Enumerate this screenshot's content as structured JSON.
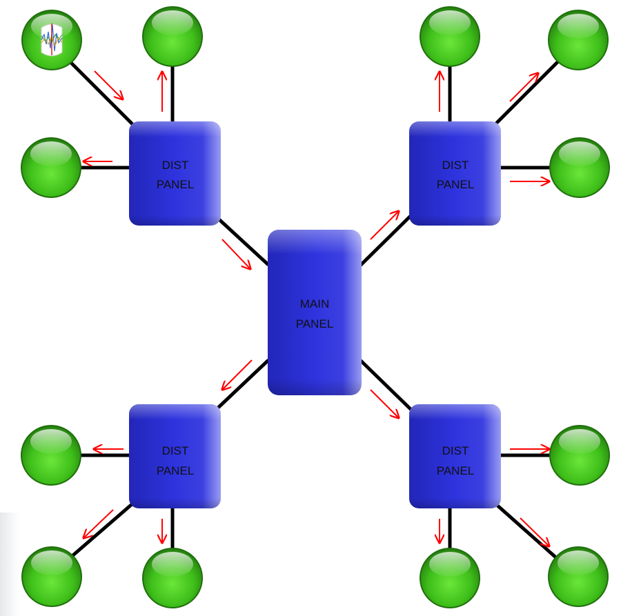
{
  "panels": {
    "main": {
      "line1": "MAIN",
      "line2": "PANEL"
    },
    "top_left": {
      "line1": "DIST",
      "line2": "PANEL"
    },
    "top_right": {
      "line1": "DIST",
      "line2": "PANEL"
    },
    "bottom_left": {
      "line1": "DIST",
      "line2": "PANEL"
    },
    "bottom_right": {
      "line1": "DIST",
      "line2": "PANEL"
    }
  },
  "colors": {
    "panel": "#2b2fd6",
    "panel_dark": "#1a1c8c",
    "load_circle": "#3fbf1a",
    "load_circle_dark": "#1e7a0c",
    "connector": "#000000",
    "flow_arrow": "#ff0000"
  },
  "icons": {
    "panel": "electrical-panel",
    "load": "load-circle",
    "waveform": "waveform-icon",
    "flow": "power-flow-arrow"
  }
}
